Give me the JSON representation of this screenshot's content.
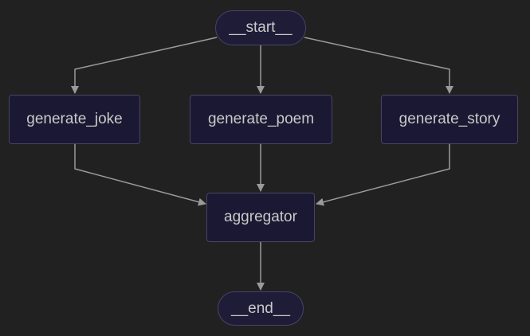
{
  "diagram": {
    "colors": {
      "background": "#212121",
      "node_fill": "#1b1833",
      "node_border": "#4a4266",
      "text": "#c9c9c9",
      "edge": "#9a9a9a"
    },
    "nodes": {
      "start": "__start__",
      "generate_joke": "generate_joke",
      "generate_poem": "generate_poem",
      "generate_story": "generate_story",
      "aggregator": "aggregator",
      "end": "__end__"
    },
    "edges": [
      {
        "from": "__start__",
        "to": "generate_joke"
      },
      {
        "from": "__start__",
        "to": "generate_poem"
      },
      {
        "from": "__start__",
        "to": "generate_story"
      },
      {
        "from": "generate_joke",
        "to": "aggregator"
      },
      {
        "from": "generate_poem",
        "to": "aggregator"
      },
      {
        "from": "generate_story",
        "to": "aggregator"
      },
      {
        "from": "aggregator",
        "to": "__end__"
      }
    ]
  }
}
